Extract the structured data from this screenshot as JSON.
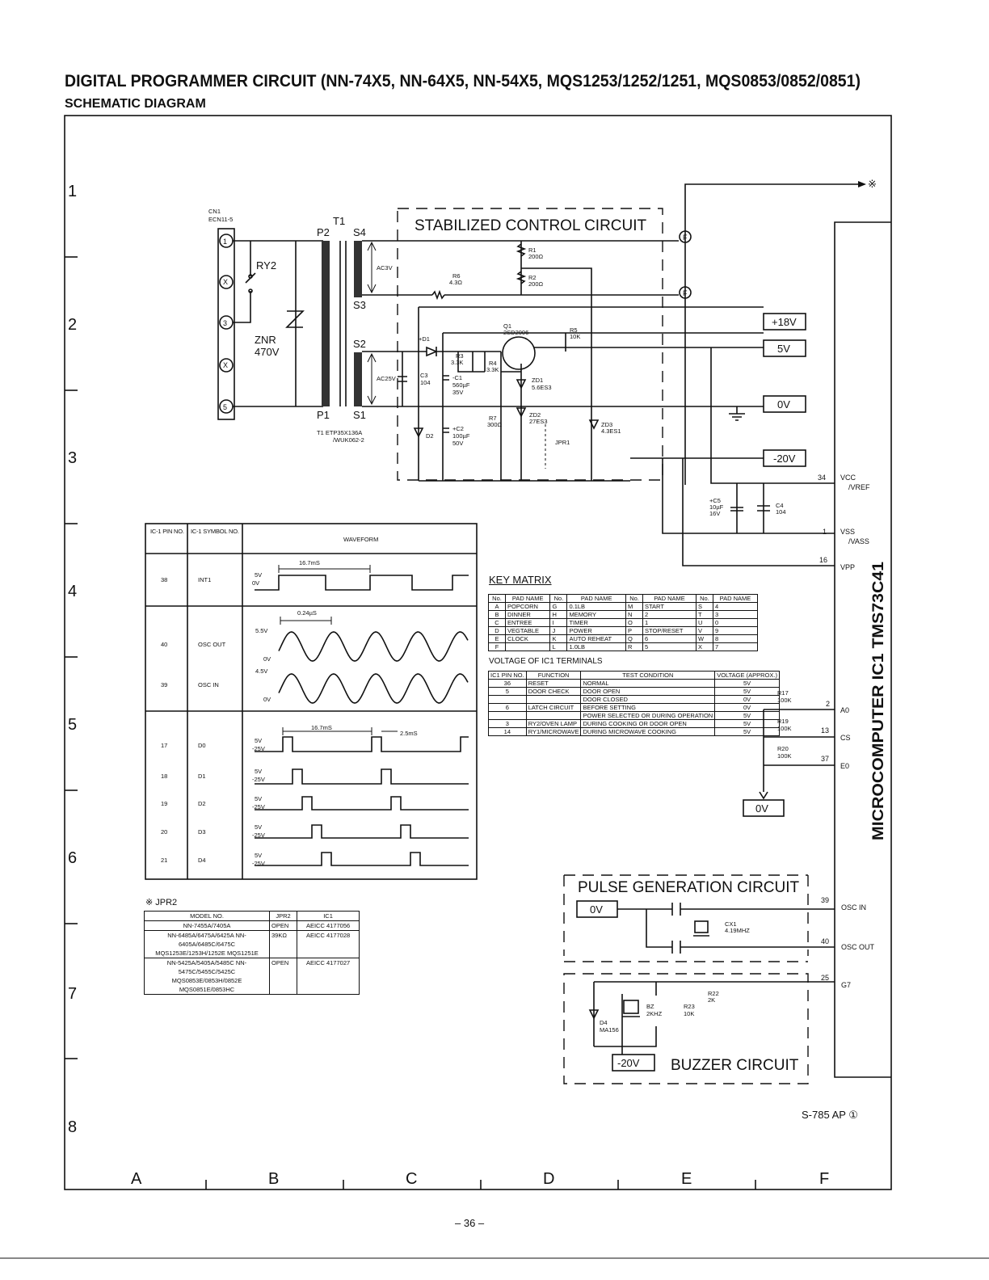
{
  "header": {
    "title": "DIGITAL PROGRAMMER CIRCUIT (NN-74X5, NN-64X5, NN-54X5, MQS1253/1252/1251, MQS0853/0852/0851)",
    "subtitle": "SCHEMATIC DIAGRAM"
  },
  "grid": {
    "rows": [
      "1",
      "2",
      "3",
      "4",
      "5",
      "6",
      "7",
      "8"
    ],
    "cols": [
      "A",
      "B",
      "C",
      "D",
      "E",
      "F"
    ]
  },
  "power_section": {
    "cn1": "CN1",
    "cn1_part": "ECN11-5",
    "pins": [
      "1",
      "X",
      "3",
      "X",
      "5"
    ],
    "ry2": "RY2",
    "znr": "ZNR",
    "znr_v": "470V",
    "t1": "T1",
    "p1": "P1",
    "p2": "P2",
    "s1": "S1",
    "s2": "S2",
    "s3": "S3",
    "s4": "S4",
    "ac3v": "AC3V",
    "ac25v": "AC25V",
    "t1_part": "T1  ETP35X136A",
    "t1_part2": "/WUK062-2"
  },
  "stabilized": {
    "title": "STABILIZED CONTROL CIRCUIT",
    "f_label": "F",
    "r1": "R1",
    "r1_v": "200Ω",
    "r2": "R2",
    "r2_v": "200Ω",
    "r6": "R6",
    "r6_v": "4.3Ω",
    "q1": "Q1",
    "q1_part": "2SD2006",
    "r5": "R5",
    "r5_v": "10K",
    "d1": "+D1",
    "r3": "R3",
    "r3_v": "3.3K",
    "r4": "R4",
    "r4_v": "3.3K",
    "c3": "C3",
    "c3_v": "104",
    "c1": "-C1",
    "c1_v": "560µF",
    "c1_v2": "35V",
    "zd1": "ZD1",
    "zd1_part": "5.6ES3",
    "zd2": "ZD2",
    "zd2_part": "27ES3",
    "zd3": "ZD3",
    "zd3_part": "4.3ES1",
    "r7": "R7",
    "r7_v": "300Ω",
    "d2": "D2",
    "c2": "+C2",
    "c2_v": "100µF",
    "c2_v2": "50V",
    "jpr1": "JPR1",
    "ref_mark": "※"
  },
  "rails": [
    "+18V",
    "5V",
    "0V",
    "-20V"
  ],
  "ic": {
    "name": "MICROCOMPUTER IC1  TMS73C41",
    "pins": [
      {
        "no": "34",
        "name": "VCC",
        "name2": "/VREF"
      },
      {
        "no": "1",
        "name": "VSS",
        "name2": "/VASS"
      },
      {
        "no": "16",
        "name": "VPP"
      },
      {
        "no": "2",
        "name": "A0"
      },
      {
        "no": "13",
        "name": "CS"
      },
      {
        "no": "37",
        "name": "E0"
      },
      {
        "no": "39",
        "name": "OSC IN"
      },
      {
        "no": "40",
        "name": "OSC OUT"
      },
      {
        "no": "25",
        "name": "G7"
      }
    ],
    "c5": "+C5",
    "c5_v": "10µF",
    "c5_v2": "16V",
    "c4": "C4",
    "c4_v": "104",
    "r17": "R17",
    "r17_v": "100K",
    "r19": "R19",
    "r19_v": "100K",
    "r20": "R20",
    "r20_v": "100K",
    "zero_v": "0V"
  },
  "pulse": {
    "title": "PULSE GENERATION CIRCUIT",
    "zero_v": "0V",
    "cx1": "CX1",
    "cx1_v": "4.19MHZ"
  },
  "buzzer": {
    "title": "BUZZER CIRCUIT",
    "r22": "R22",
    "r22_v": "2K",
    "bz": "BZ",
    "bz_v": "2KHZ",
    "r23": "R23",
    "r23_v": "10K",
    "d4": "D4",
    "d4_part": "MA156",
    "neg_v": "-20V"
  },
  "waveform_table": {
    "headers": [
      "IC-1 PIN NO.",
      "IC-1 SYMBOL NO.",
      "WAVEFORM"
    ],
    "rows": [
      {
        "pin": "38",
        "symbol": "INT1",
        "high": "5V",
        "low": "0V"
      },
      {
        "pin": "40",
        "symbol": "OSC OUT",
        "high": "5.5V",
        "low": "0V"
      },
      {
        "pin": "39",
        "symbol": "OSC IN",
        "high": "4.5V",
        "low": "0V"
      },
      {
        "pin": "17",
        "symbol": "D0",
        "high": "5V",
        "low": "-25V"
      },
      {
        "pin": "18",
        "symbol": "D1",
        "high": "5V",
        "low": "-25V"
      },
      {
        "pin": "19",
        "symbol": "D2",
        "high": "5V",
        "low": "-25V"
      },
      {
        "pin": "20",
        "symbol": "D3",
        "high": "5V",
        "low": "-25V"
      },
      {
        "pin": "21",
        "symbol": "D4",
        "high": "5V",
        "low": "-25V"
      }
    ],
    "period_int": "16.7mS",
    "period_osc": "0.24µS",
    "period_d": "16.7mS",
    "pulse_d": "2.5mS"
  },
  "key_matrix": {
    "title": "KEY MATRIX",
    "headers": [
      "No.",
      "PAD NAME",
      "No.",
      "PAD NAME",
      "No.",
      "PAD NAME",
      "No.",
      "PAD NAME"
    ],
    "rows": [
      [
        "A",
        "POPCORN",
        "G",
        "0.1LB",
        "M",
        "START",
        "S",
        "4"
      ],
      [
        "B",
        "DINNER",
        "H",
        "MEMORY",
        "N",
        "2",
        "T",
        "3"
      ],
      [
        "C",
        "ENTREE",
        "I",
        "TIMER",
        "O",
        "1",
        "U",
        "0"
      ],
      [
        "D",
        "VEGTABLE",
        "J",
        "POWER",
        "P",
        "STOP/RESET",
        "V",
        "9"
      ],
      [
        "E",
        "CLOCK",
        "K",
        "AUTO REHEAT",
        "Q",
        "6",
        "W",
        "8"
      ],
      [
        "F",
        "",
        "L",
        "1.0LB",
        "R",
        "5",
        "X",
        "7"
      ]
    ]
  },
  "voltage_table": {
    "title": "VOLTAGE OF IC1 TERMINALS",
    "headers": [
      "IC1 PIN NO.",
      "FUNCTION",
      "TEST CONDITION",
      "VOLTAGE (APPROX.)"
    ],
    "rows": [
      [
        "36",
        "RESET",
        "NORMAL",
        "5V"
      ],
      [
        "5",
        "DOOR CHECK",
        "DOOR OPEN",
        "5V"
      ],
      [
        "",
        "",
        "DOOR CLOSED",
        "0V"
      ],
      [
        "6",
        "LATCH CIRCUIT",
        "BEFORE SETTING",
        "0V"
      ],
      [
        "",
        "",
        "POWER SELECTED OR DURING OPERATION",
        "5V"
      ],
      [
        "3",
        "RY2/OVEN LAMP",
        "DURING COOKING OR DOOR OPEN",
        "5V"
      ],
      [
        "14",
        "RY1/MICROWAVE",
        "DURING MICROWAVE COOKING",
        "5V"
      ]
    ]
  },
  "jpr2_table": {
    "title": "※ JPR2",
    "headers": [
      "MODEL NO.",
      "JPR2",
      "IC1"
    ],
    "rows": [
      [
        "NN-7455A/7405A",
        "OPEN",
        "AEICC 4177056"
      ],
      [
        "NN-6485A/6475A/6425A NN-6405A/6485C/6475C MQS1253E/1253H/1252E MQS1251E",
        "39KΩ",
        "AEICC 4177028"
      ],
      [
        "NN-5425A/5405A/5485C NN-5475C/5455C/5425C MQS0853E/0853H/0852E MQS0851E/0853HC",
        "OPEN",
        "AEICC 4177027"
      ]
    ]
  },
  "footer": {
    "doc_code": "S-785 AP ①",
    "page": "– 36 –"
  }
}
